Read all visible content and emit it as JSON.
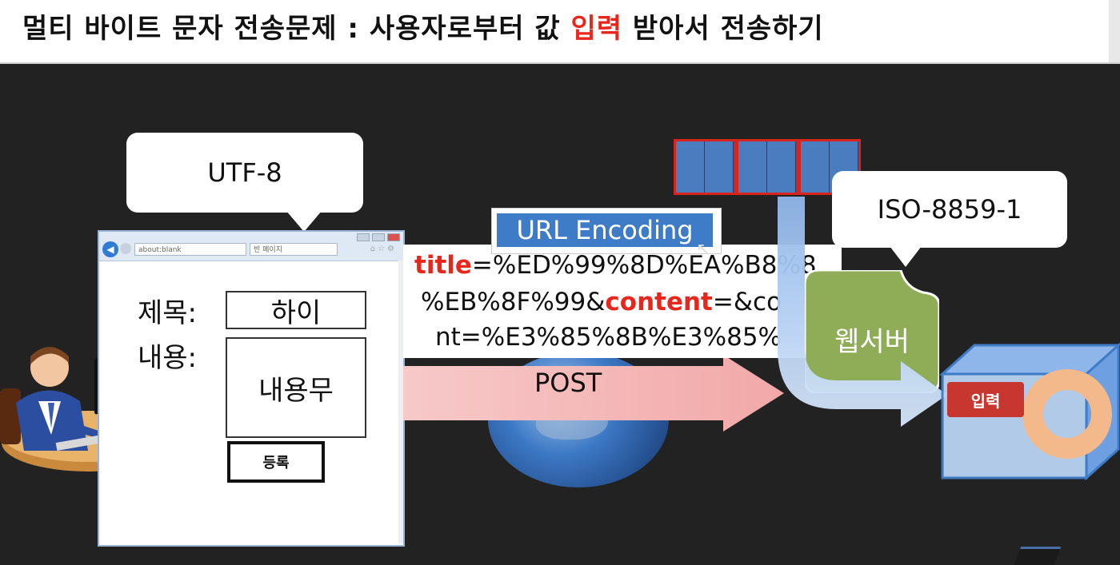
{
  "title": {
    "prefix": "멀티 바이트 문자 전송문제 : 사용자로부터 값 ",
    "highlight": "입력",
    "suffix": " 받아서 전송하기",
    "highlight_color": "#e8261c"
  },
  "callouts": {
    "client_encoding": "UTF-8",
    "server_encoding": "ISO-8859-1"
  },
  "browser": {
    "address": "about:blank",
    "tab": "빈 페이지",
    "form": {
      "title_label": "제목:",
      "title_value": "하이",
      "content_label": "내용:",
      "content_value": "내용무",
      "submit_label": "등록"
    }
  },
  "url_encoding_label": "URL Encoding",
  "encoded": {
    "line1_key": "title",
    "line1_rest": "=%ED%99%8D%EA%B8%8",
    "line2_pre": "%EB%8F%99&",
    "line2_key": "content",
    "line2_rest": "=&co",
    "line3": "nt=%E3%85%8B%E3%85%"
  },
  "method": "POST",
  "server_label": "웹서버",
  "input_tag": "입력",
  "icons": [
    "person-at-desk-icon",
    "globe-icon",
    "byte-blocks-icon",
    "flow-arrow-icon",
    "web-server-icon",
    "storage-cube-icon"
  ]
}
